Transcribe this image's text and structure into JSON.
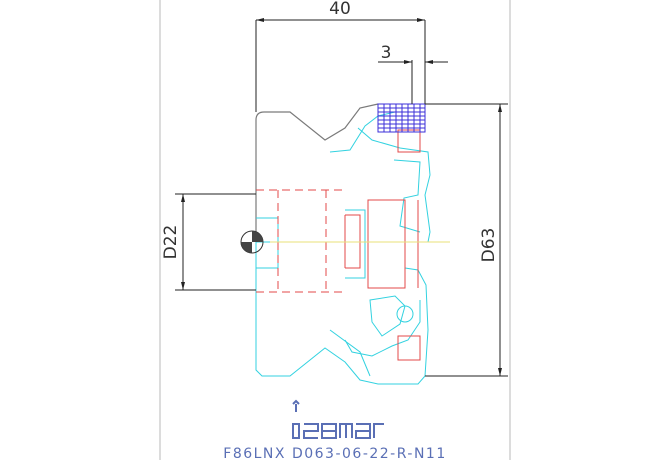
{
  "dimensions": {
    "length": "40",
    "offset": "3",
    "bore": "D22",
    "cutting_diameter": "D63"
  },
  "logo": {
    "brand": "iscar"
  },
  "caption": "F86LNX D063-06-22-R-N11",
  "colors": {
    "frame": "#b9b9b9",
    "body_outline": "#7a7a7a",
    "insert_outline": "#33d2e0",
    "hidden_lines": "#e34848",
    "insert_hatch": "#3b2fd8",
    "caption": "#5a6fb5"
  }
}
